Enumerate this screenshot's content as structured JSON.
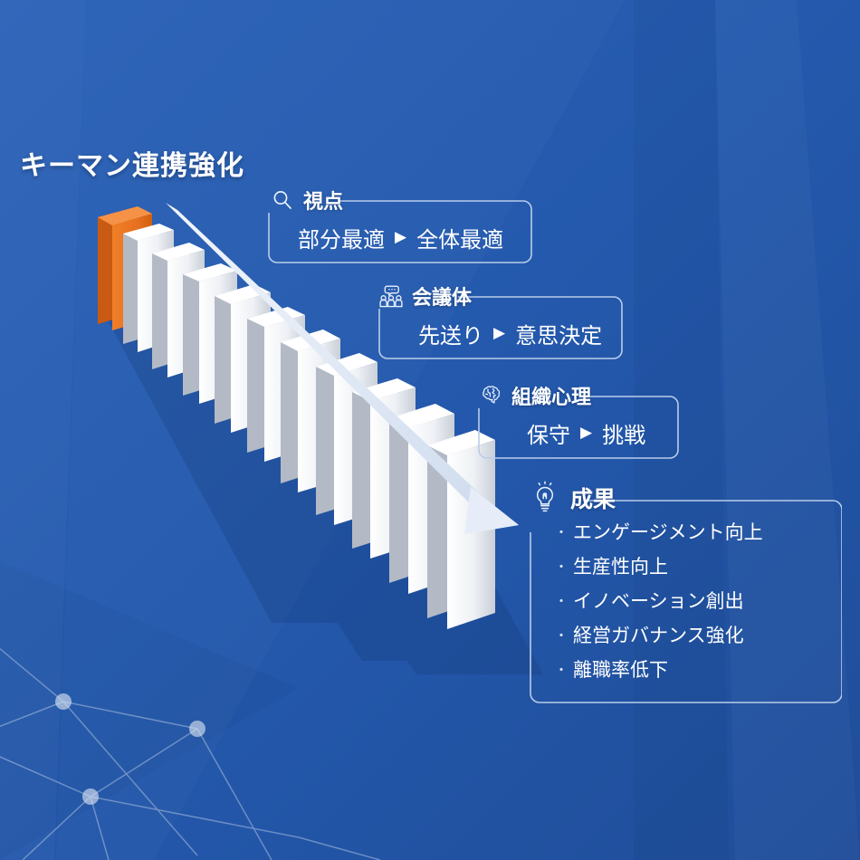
{
  "page": {
    "title": "キーマン連携強化",
    "bg_color": "#2459ad",
    "accent_color": "#e8711f",
    "line_color": "#b9cdea",
    "text_color": "#ffffff"
  },
  "domino": {
    "name": "domino-chain",
    "total": 14,
    "lead_color": "#e8711f",
    "rest_color": "#e8ecf2",
    "arrow_label": "progress-arrow"
  },
  "callouts": [
    {
      "id": "shiten",
      "icon": "magnifier-icon",
      "title": "視点",
      "from": "部分最適",
      "arrow": "▶",
      "to": "全体最適"
    },
    {
      "id": "kaigi",
      "icon": "meeting-people-icon",
      "title": "会議体",
      "from": "先送り",
      "arrow": "▶",
      "to": "意思決定"
    },
    {
      "id": "soshiki",
      "icon": "brain-icon",
      "title": "組織心理",
      "from": "保守",
      "arrow": "▶",
      "to": "挑戦"
    }
  ],
  "results": {
    "id": "seika",
    "icon": "lightbulb-icon",
    "title": "成果",
    "bullet": "・",
    "items": [
      "エンゲージメント向上",
      "生産性向上",
      "イノベーション創出",
      "経営ガバナンス強化",
      "離職率低下"
    ]
  }
}
